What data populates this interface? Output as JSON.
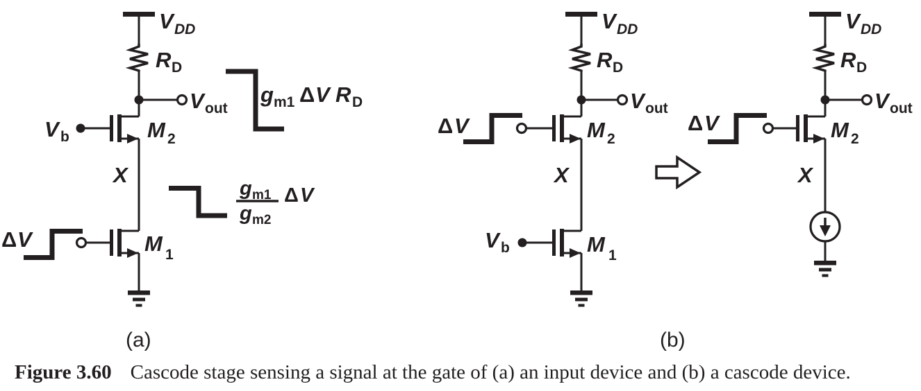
{
  "colors": {
    "ink": "#231f20",
    "background": "#ffffff"
  },
  "panel_a": {
    "sub_label": "(a)",
    "vdd": {
      "base": "V",
      "sub": "DD"
    },
    "rd": {
      "base": "R",
      "sub": "D"
    },
    "vout": {
      "base": "V",
      "sub": "out"
    },
    "m2": {
      "base": "M",
      "sub": "2"
    },
    "m1": {
      "base": "M",
      "sub": "1"
    },
    "vb": {
      "base": "V",
      "sub": "b"
    },
    "node_x": "X",
    "input": {
      "delta": "Δ",
      "base": "V"
    },
    "vout_step_label": {
      "g": "g",
      "g_sub": "m1",
      "delta": "Δ",
      "v": "V",
      "r": "R",
      "r_sub": "D"
    },
    "x_step_label": {
      "num_g": "g",
      "num_sub": "m1",
      "den_g": "g",
      "den_sub": "m2",
      "delta": "Δ",
      "v": "V"
    }
  },
  "panel_b": {
    "sub_label": "(b)",
    "left": {
      "vdd": {
        "base": "V",
        "sub": "DD"
      },
      "rd": {
        "base": "R",
        "sub": "D"
      },
      "vout": {
        "base": "V",
        "sub": "out"
      },
      "m2": {
        "base": "M",
        "sub": "2"
      },
      "m1": {
        "base": "M",
        "sub": "1"
      },
      "vb": {
        "base": "V",
        "sub": "b"
      },
      "node_x": "X",
      "input": {
        "delta": "Δ",
        "base": "V"
      }
    },
    "right": {
      "vdd": {
        "base": "V",
        "sub": "DD"
      },
      "rd": {
        "base": "R",
        "sub": "D"
      },
      "vout": {
        "base": "V",
        "sub": "out"
      },
      "m2": {
        "base": "M",
        "sub": "2"
      },
      "node_x": "X",
      "input": {
        "delta": "Δ",
        "base": "V"
      }
    }
  },
  "caption": {
    "label": "Figure 3.60",
    "text": "Cascode stage sensing a signal at the gate of (a) an input device and (b) a cascode device."
  }
}
